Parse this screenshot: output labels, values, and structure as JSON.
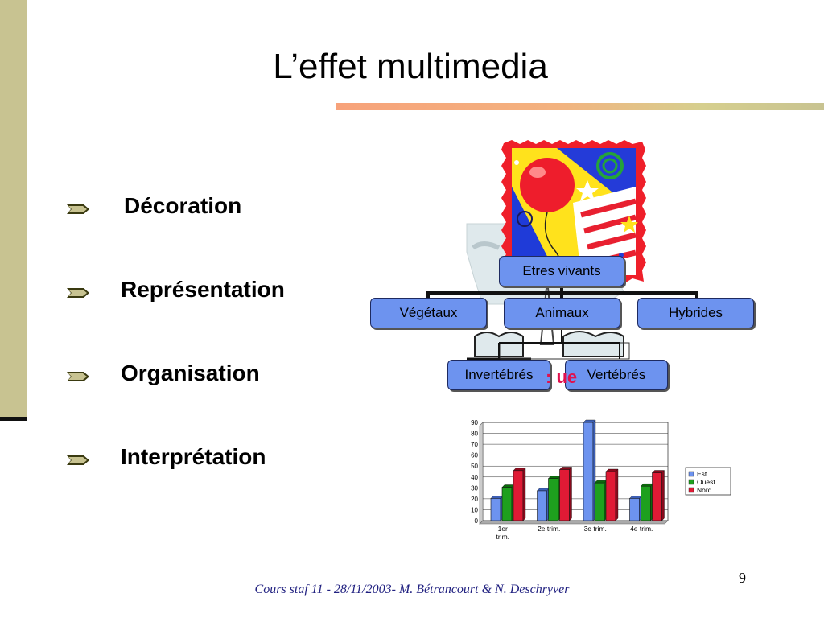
{
  "slide": {
    "title": "L’effet multimedia",
    "bullets": [
      "Décoration",
      "Représentation",
      "Organisation",
      "Interprétation"
    ],
    "page_number": "9",
    "footer": "Cours staf 11 - 28/11/2003- M. Bétrancourt & N. Deschryver",
    "partial_text": ": ue"
  },
  "diagram": {
    "root": "Etres vivants",
    "level1": [
      "Végétaux",
      "Animaux",
      "Hybrides"
    ],
    "level2": [
      "Invertébrés",
      "Vertébrés"
    ]
  },
  "colors": {
    "left_bar": "#c8c391",
    "node_fill": "#6d93ef",
    "bar_est": "#6d93ef",
    "bar_ouest": "#1ea01e",
    "bar_nord": "#e01a35",
    "accent_text": "#e0114e"
  },
  "chart_data": {
    "type": "bar",
    "categories": [
      "1er trim.",
      "2e trim.",
      "3e trim.",
      "4e trim."
    ],
    "series": [
      {
        "name": "Est",
        "values": [
          20.4,
          27.4,
          90,
          20.4
        ]
      },
      {
        "name": "Ouest",
        "values": [
          30.6,
          38.6,
          34.6,
          31.6
        ]
      },
      {
        "name": "Nord",
        "values": [
          45.9,
          46.9,
          45,
          43.9
        ]
      }
    ],
    "ylim": [
      0,
      90
    ],
    "yticks": [
      "0",
      "10",
      "20",
      "30",
      "40",
      "50",
      "60",
      "70",
      "80",
      "90"
    ],
    "legend": "right",
    "grid": true
  }
}
